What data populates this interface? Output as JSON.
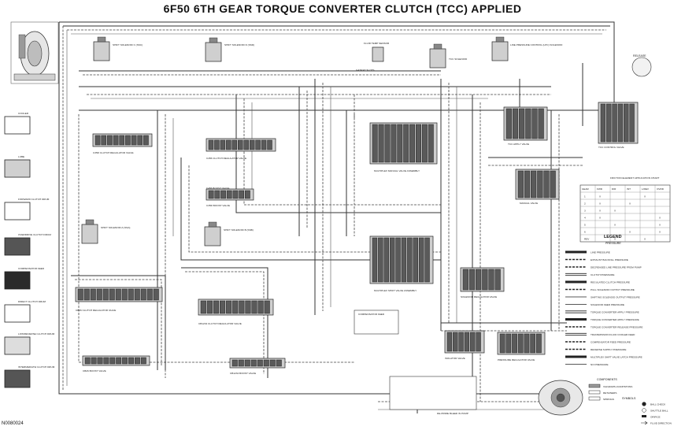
{
  "title": "6F50 6TH GEAR TORQUE CONVERTER CLUTCH (TCC) APPLIED",
  "document_id": "N0080024",
  "clutch_elements": [
    {
      "label": "COOLER",
      "fill": "#ffffff"
    },
    {
      "label": "LUBE",
      "fill": "#d0d0d0"
    },
    {
      "label": "FORWARD CLUTCH DRUM",
      "fill": "#ffffff"
    },
    {
      "label": "OVERDRIVE CLUTCH DRUM",
      "fill": "#555555"
    },
    {
      "label": "COMPENSATOR FEED",
      "fill": "#2a2a2a"
    },
    {
      "label": "DIRECT CLUTCH DRUM",
      "fill": "#ffffff"
    },
    {
      "label": "LOW/REVERSE CLUTCH DRUM",
      "fill": "#dddddd"
    },
    {
      "label": "INTERMEDIATE CLUTCH DRUM",
      "fill": "#555555"
    }
  ],
  "valves": [
    {
      "label": "CB26 CLUTCH REGULATOR VALVE"
    },
    {
      "label": "CB26 BOOST VALVE"
    },
    {
      "label": "C35R CLUTCH REGULATOR VALVE"
    },
    {
      "label": "C35R BOOST VALVE"
    },
    {
      "label": "CB1234 CLUTCH REGULATOR VALVE"
    },
    {
      "label": "CB1234 BOOST VALVE"
    },
    {
      "label": "C456 CLUTCH REGULATOR VALVE"
    },
    {
      "label": "C456 BOOST VALVE"
    },
    {
      "label": "MULTIPLEX MANUAL VALVE ASSEMBLY"
    },
    {
      "label": "MULTIPLEX SHIFT VALVE ASSEMBLY"
    },
    {
      "label": "MANUAL VALVE"
    },
    {
      "label": "TCC APPLY VALVE"
    },
    {
      "label": "TCC CONTROL VALVE"
    },
    {
      "label": "SOLENOID REGULATOR VALVE"
    },
    {
      "label": "ISOLATOR VALVE"
    },
    {
      "label": "PRESSURE REGULATOR VALVE"
    }
  ],
  "solenoids": [
    {
      "label": "SHIFT SOLENOID C (SSC)"
    },
    {
      "label": "SHIFT SOLENOID D (SSD)"
    },
    {
      "label": "SHIFT SOLENOID A (SSA)"
    },
    {
      "label": "SHIFT SOLENOID B (SSB)"
    },
    {
      "label": "TCC SOLENOID"
    },
    {
      "label": "LINE PRESSURE CONTROL (LPC) SOLENOID"
    }
  ],
  "misc_labels": [
    "FLUID TEMP SENSOR",
    "GASKET SLOTS",
    "RELEASE",
    "COMPENSATOR FEED",
    "DE-PRIME BLEED IN PUMP"
  ],
  "friction_table": {
    "title": "FRICTION ELEMENT APPLICATION CHART",
    "headers": [
      "GEAR",
      "FWD",
      "DIR",
      "INT",
      "L/REV",
      "OVRD"
    ],
    "rows": [
      [
        "1",
        "X",
        "",
        "",
        "X",
        ""
      ],
      [
        "2",
        "X",
        "",
        "X",
        "",
        ""
      ],
      [
        "3",
        "X",
        "X",
        "",
        "",
        ""
      ],
      [
        "4",
        "X",
        "",
        "",
        "",
        "X"
      ],
      [
        "5",
        "",
        "X",
        "",
        "",
        "X"
      ],
      [
        "6",
        "",
        "",
        "X",
        "",
        "X"
      ],
      [
        "REV",
        "",
        "X",
        "",
        "X",
        ""
      ]
    ]
  },
  "legend": {
    "title": "LEGEND",
    "subtitle": "PRESSURE",
    "items": [
      {
        "label": "LINE PRESSURE",
        "style": "dark"
      },
      {
        "label": "EXHAUST BACKFILL PRESSURE",
        "style": "dash"
      },
      {
        "label": "DECREASED LINE PRESSURE FROM PUMP",
        "style": "dash"
      },
      {
        "label": "CLUTCH PRESSURE",
        "style": "double"
      },
      {
        "label": "REGULATED CLUTCH PRESSURE",
        "style": "dark"
      },
      {
        "label": "PULL SOLENOID OUTPUT PRESSURE",
        "style": "dash"
      },
      {
        "label": "SHIFTING SOLENOID OUTPUT PRESSURE",
        "style": "thin"
      },
      {
        "label": "SOLENOID FEED PRESSURE",
        "style": "thin"
      },
      {
        "label": "TORQUE CONVERTER APPLY PRESSURE",
        "style": "double"
      },
      {
        "label": "TORQUE CONVERTER APPLY PRESSURE",
        "style": "dark"
      },
      {
        "label": "TORQUE CONVERTER RELEASE PRESSURE",
        "style": "dash"
      },
      {
        "label": "TRANSMISSION FLUID COOLER FEED",
        "style": "double"
      },
      {
        "label": "COMPENSATOR FEED PRESSURE",
        "style": "dash"
      },
      {
        "label": "REVERSE SUPPLY PRESSURE",
        "style": "dash"
      },
      {
        "label": "MULTIPLEX SHIFT VALVE LATCH PRESSURE",
        "style": "dark"
      },
      {
        "label": "NO PRESSURE",
        "style": "thin"
      }
    ]
  },
  "components": {
    "title": "COMPONENTS",
    "items": [
      "VALVES/PLUGS/PISTONS",
      "RETAINERS",
      "SPRINGS"
    ]
  },
  "symbols": {
    "title": "SYMBOLS",
    "items": [
      "BALL CHECK",
      "SHUTTLE BALL",
      "ORIFICE",
      "FLUID DIRECTION"
    ]
  }
}
